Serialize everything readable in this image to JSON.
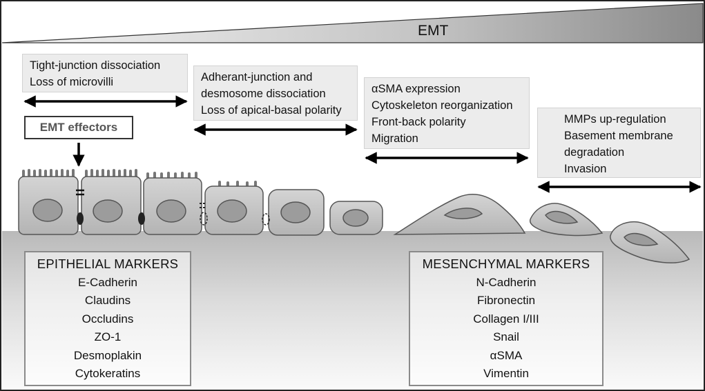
{
  "title": "EMT",
  "stages": [
    {
      "lines": [
        "Tight-junction dissociation",
        "Loss of microvilli"
      ]
    },
    {
      "lines": [
        "Adherant-junction and",
        "desmosome dissociation",
        "Loss of apical-basal polarity"
      ]
    },
    {
      "lines": [
        "αSMA expression",
        "Cytoskeleton reorganization",
        "Front-back polarity",
        "Migration"
      ]
    },
    {
      "lines": [
        "MMPs up-regulation",
        "Basement membrane",
        "degradation",
        "Invasion"
      ]
    }
  ],
  "effectors_label": "EMT effectors",
  "epithelial": {
    "heading": "EPITHELIAL MARKERS",
    "items": [
      "E-Cadherin",
      "Claudins",
      "Occludins",
      "ZO-1",
      "Desmoplakin",
      "Cytokeratins"
    ]
  },
  "mesenchymal": {
    "heading": "MESENCHYMAL MARKERS",
    "items": [
      "N-Cadherin",
      "Fibronectin",
      "Collagen I/III",
      "Snail",
      "αSMA",
      "Vimentin"
    ]
  },
  "colors": {
    "wedge_light": "#f2f2f2",
    "wedge_dark": "#8c8c8c",
    "cell": "#c6c6c6",
    "nucleus": "#9a9a9a",
    "box": "#ececec"
  }
}
